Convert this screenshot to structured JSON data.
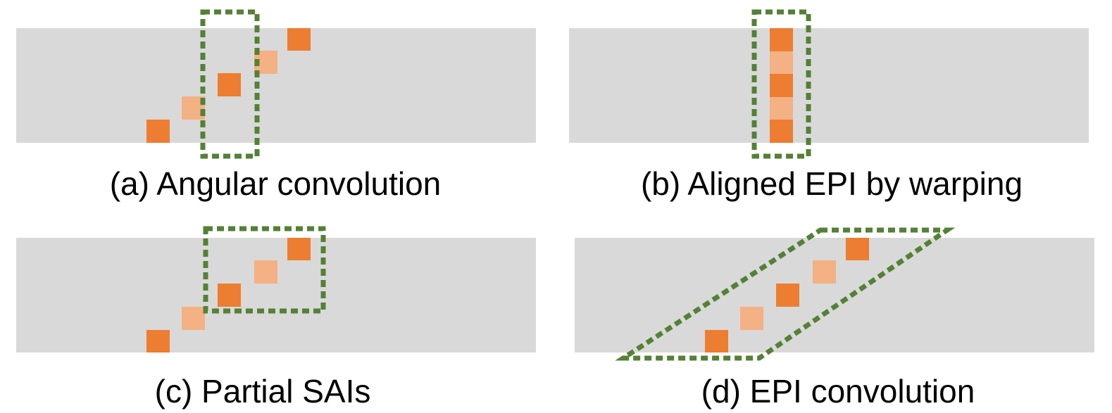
{
  "colors": {
    "band": "#d9d9d9",
    "square_dark": "#ed7d31",
    "square_light": "#f4b183",
    "dashed_outline": "#538135",
    "caption_text": "#000000",
    "background": "#ffffff"
  },
  "panels": [
    {
      "id": "a",
      "caption": "(a) Angular convolution",
      "window": "tall-rectangle"
    },
    {
      "id": "b",
      "caption": "(b) Aligned EPI by warping",
      "window": "tall-rectangle"
    },
    {
      "id": "c",
      "caption": "(c) Partial SAIs",
      "window": "rectangle"
    },
    {
      "id": "d",
      "caption": "(d) EPI convolution",
      "window": "parallelogram"
    }
  ]
}
